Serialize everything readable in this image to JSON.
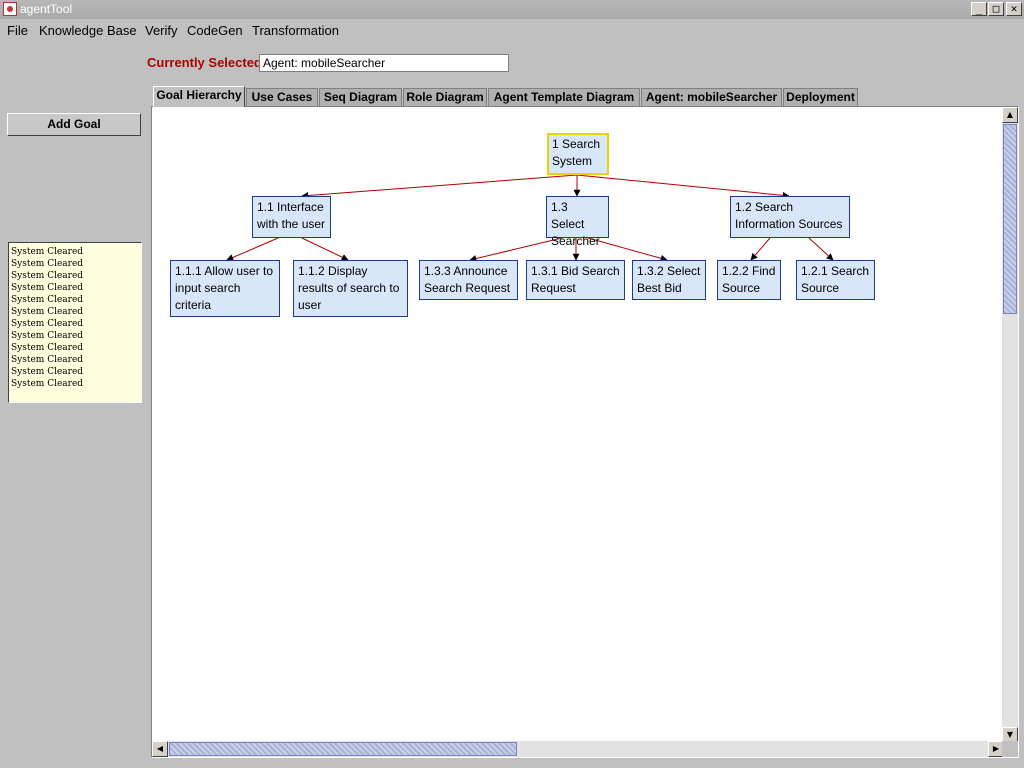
{
  "window": {
    "title": "agentTool",
    "minimize_glyph": "_",
    "maximize_glyph": "□",
    "close_glyph": "✕"
  },
  "menu": [
    "File",
    "Knowledge Base",
    "Verify",
    "CodeGen",
    "Transformation"
  ],
  "selection": {
    "label": "Currently Selected",
    "value": "Agent: mobileSearcher"
  },
  "add_goal_label": "Add Goal",
  "log_lines": [
    "System Cleared",
    "System Cleared",
    "System Cleared",
    "System Cleared",
    "System Cleared",
    "System Cleared",
    "System Cleared",
    "System Cleared",
    "System Cleared",
    "System Cleared",
    "System Cleared",
    "System Cleared"
  ],
  "tabs": [
    "Goal Hierarchy",
    "Use Cases",
    "Seq Diagram",
    "Role Diagram",
    "Agent Template Diagram",
    "Agent: mobileSearcher",
    "Deployment"
  ],
  "active_tab": "Goal Hierarchy",
  "goals": {
    "g1": "1 Search System",
    "g1_1": "1.1 Interface with the user",
    "g1_3": "1.3 Select Searcher",
    "g1_2": "1.2 Search Information Sources",
    "g1_1_1": "1.1.1 Allow user to input search criteria",
    "g1_1_2": "1.1.2 Display results of search to user",
    "g1_3_3": "1.3.3 Announce Search Request",
    "g1_3_1": "1.3.1 Bid Search Request",
    "g1_3_2": "1.3.2 Select Best Bid",
    "g1_2_2": "1.2.2 Find Source",
    "g1_2_1": "1.2.1 Search Source"
  },
  "selected_goal": "1 Search System",
  "scrollbar_glyphs": {
    "up": "▲",
    "down": "▼",
    "left": "◀",
    "right": "▶"
  },
  "colors": {
    "goal_fill": "#d7e6f8",
    "goal_border": "#1c3c8a",
    "selected_border": "#e8d400",
    "edge": "#b00000",
    "label_red": "#b00000",
    "log_bg": "#ffffe0"
  }
}
